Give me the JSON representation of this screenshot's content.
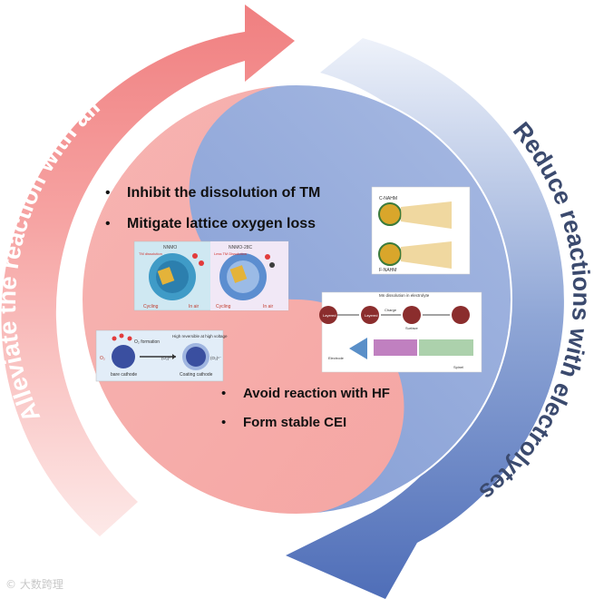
{
  "arcs": {
    "left_label": "Alleviate the reaction with air",
    "right_label": "Reduce reactions with electrolytes"
  },
  "colors": {
    "air_side": "#f5a8a6",
    "air_arrow": "#f07f80",
    "electrolyte_side": "#90a9dc",
    "electrolyte_arrow": "#4f6eb8"
  },
  "left_points": [
    "Inhibit the dissolution of TM",
    "Mitigate  lattice oxygen loss"
  ],
  "right_points": [
    "Avoid reaction with HF",
    "Form stable CEI"
  ],
  "figures": {
    "surface_panel": {
      "labels": [
        "NNMO",
        "NNMO-28C",
        "TM dissolution",
        "Less TM Dissolution",
        "Cycling",
        "In air",
        "Cycling",
        "In air"
      ]
    },
    "coating_panel": {
      "labels": [
        "O₂ formation",
        "High reversible at high voltage",
        "bare cathode",
        "Coating cathode",
        "O₂",
        "(O₂)ⁿ⁻",
        "(O₂)ⁿ⁻"
      ]
    },
    "layer_panel": {
      "labels": [
        "C-NAHM",
        "F-NAHM"
      ]
    },
    "cei_panel": {
      "labels": [
        "Mn dissolution in electrolyte",
        "Layered",
        "Layered",
        "Surface",
        "Charge",
        "Electrode",
        "Spinel"
      ]
    }
  },
  "watermark": "© 大数跨理"
}
